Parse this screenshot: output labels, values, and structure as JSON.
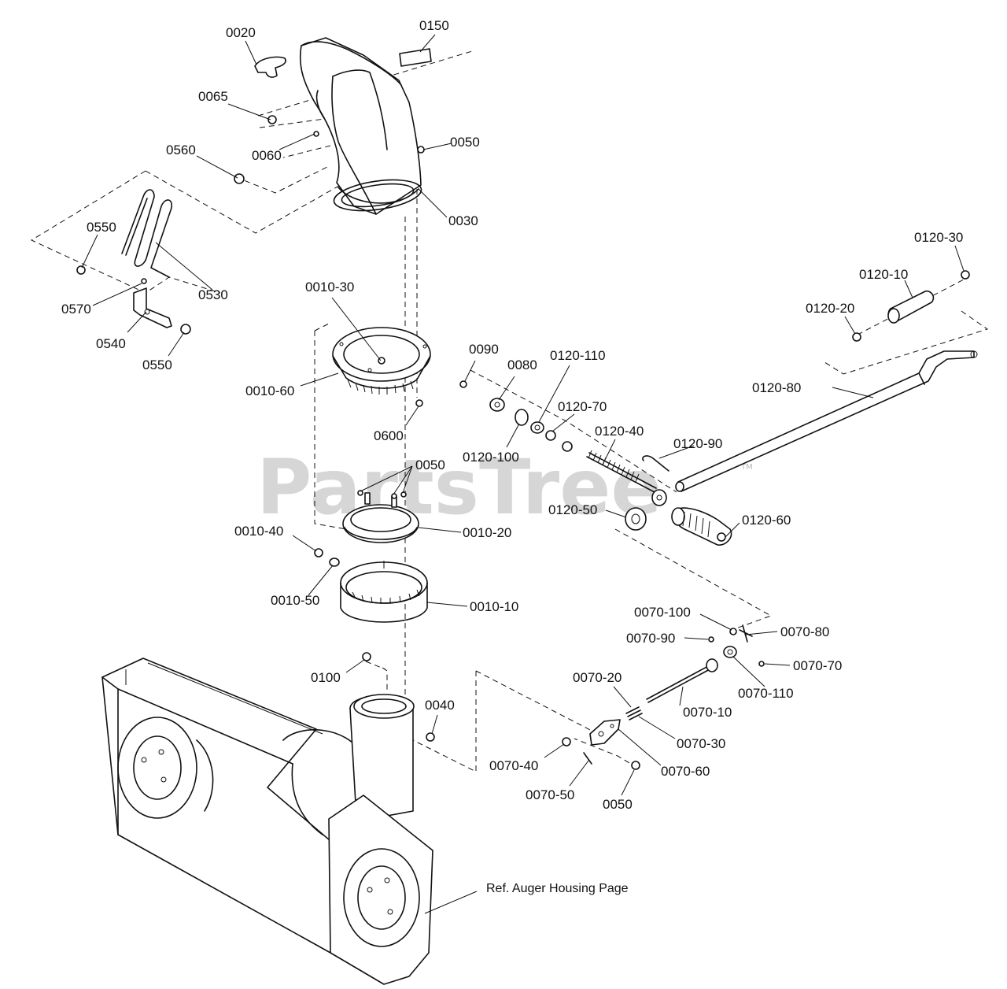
{
  "watermark": "PartsTree",
  "watermark_tm": "TM",
  "reference_note": "Ref. Auger Housing Page",
  "callouts": {
    "c0020": "0020",
    "c0150": "0150",
    "c0065": "0065",
    "c0060": "0060",
    "c0050_top": "0050",
    "c0560": "0560",
    "c0030": "0030",
    "c0550_a": "0550",
    "c0530": "0530",
    "c0570": "0570",
    "c0540": "0540",
    "c0550_b": "0550",
    "c0010_30": "0010-30",
    "c0010_60": "0010-60",
    "c0600": "0600",
    "c0050_mid": "0050",
    "c0010_20": "0010-20",
    "c0010_40": "0010-40",
    "c0010_50": "0010-50",
    "c0010_10": "0010-10",
    "c0100": "0100",
    "c0040": "0040",
    "c0120_30": "0120-30",
    "c0120_10": "0120-10",
    "c0120_20": "0120-20",
    "c0120_80": "0120-80",
    "c0090": "0090",
    "c0080": "0080",
    "c0120_110": "0120-110",
    "c0120_70": "0120-70",
    "c0120_40": "0120-40",
    "c0120_90": "0120-90",
    "c0120_100": "0120-100",
    "c0120_50": "0120-50",
    "c0120_60": "0120-60",
    "c0070_100": "0070-100",
    "c0070_80": "0070-80",
    "c0070_90": "0070-90",
    "c0070_70": "0070-70",
    "c0070_110": "0070-110",
    "c0070_20": "0070-20",
    "c0070_10": "0070-10",
    "c0070_30": "0070-30",
    "c0070_40": "0070-40",
    "c0070_60": "0070-60",
    "c0070_50": "0070-50",
    "c0050_bot": "0050"
  }
}
